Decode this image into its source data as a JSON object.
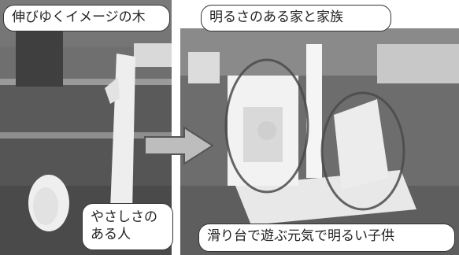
{
  "labels": {
    "growing_tree": "伸びゆくイメージの木",
    "bright_house": "明るさのある家と家族",
    "kind_person_line1": "やさしさの",
    "kind_person_line2": "ある人",
    "child": "滑り台で遊ぶ元気で明るい子供"
  },
  "icons": {
    "transition": "right-arrow-icon"
  }
}
